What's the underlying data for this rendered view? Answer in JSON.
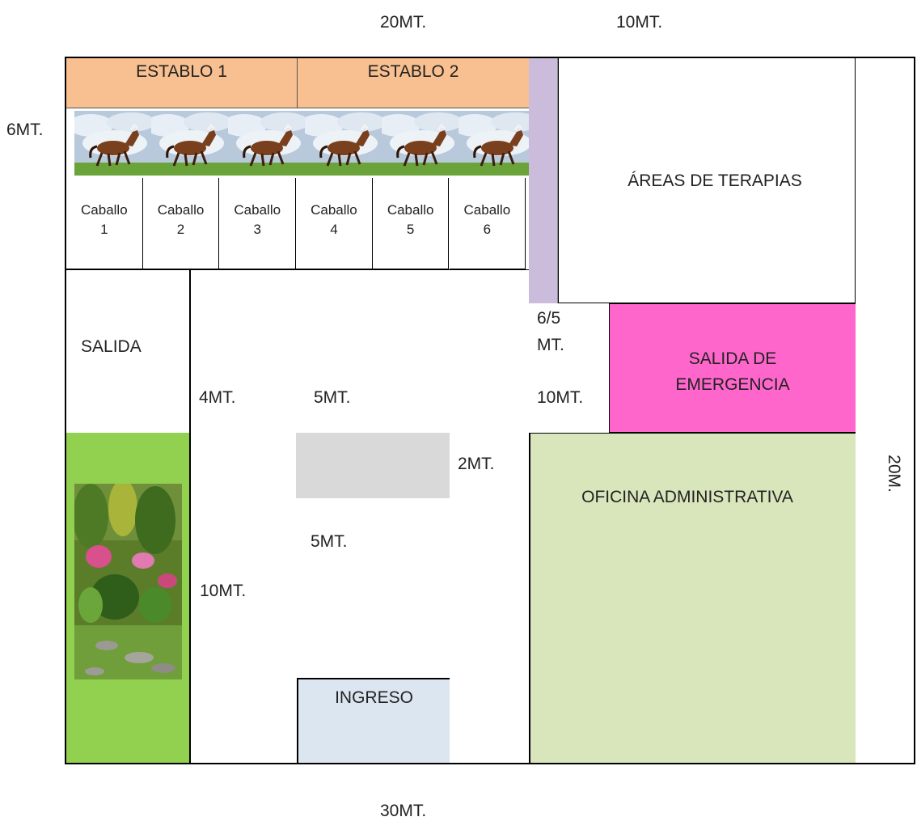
{
  "colors": {
    "establo": "#f8c090",
    "terapias_strip": "#cbbcdb",
    "emergencia": "#ff66cc",
    "oficina": "#d9e6bc",
    "jardin": "#92d050",
    "ingreso": "#dce6f1",
    "block": "#d9d9d9",
    "border": "#000000"
  },
  "dimensions": {
    "top_20": "20MT.",
    "top_10": "10MT.",
    "left_6": "6MT.",
    "right_20": "20M.",
    "bottom_30": "30MT.",
    "d_4": "4MT.",
    "d_5a": "5MT.",
    "d_2": "2MT.",
    "d_5b": "5MT.",
    "d_10a": "10MT.",
    "d_65_line1": "6/5",
    "d_65_line2": "MT.",
    "d_10b": "10MT."
  },
  "stables": [
    {
      "label": "ESTABLO 1"
    },
    {
      "label": "ESTABLO 2"
    }
  ],
  "horses": [
    {
      "line1": "Caballo",
      "line2": "1"
    },
    {
      "line1": "Caballo",
      "line2": "2"
    },
    {
      "line1": "Caballo",
      "line2": "3"
    },
    {
      "line1": "Caballo",
      "line2": "4"
    },
    {
      "line1": "Caballo",
      "line2": "5"
    },
    {
      "line1": "Caballo",
      "line2": "6"
    }
  ],
  "areas": {
    "terapias": "ÁREAS DE TERAPIAS",
    "salida": "SALIDA",
    "emergencia_line1": "SALIDA DE",
    "emergencia_line2": "EMERGENCIA",
    "oficina": "OFICINA ADMINISTRATIVA",
    "ingreso": "INGRESO"
  }
}
